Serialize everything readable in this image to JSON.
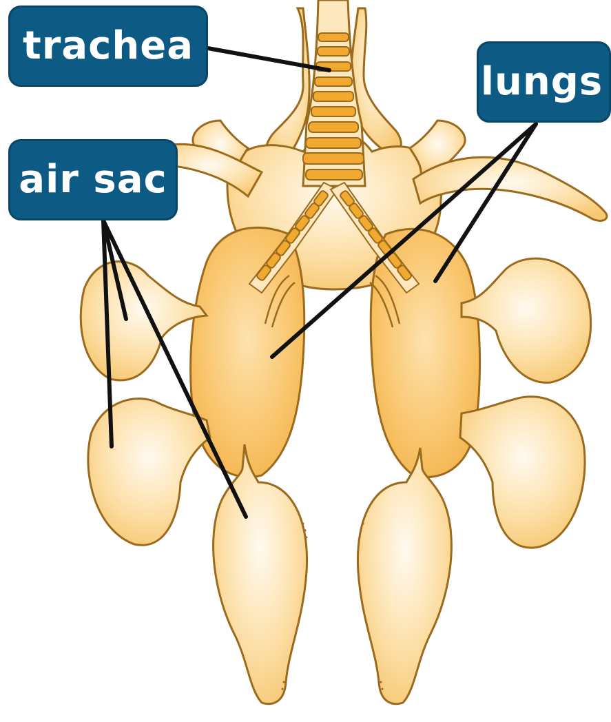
{
  "labels": {
    "trachea": "trachea",
    "lungs": "lungs",
    "air_sac": "air sac"
  },
  "colors": {
    "label_fill": "#0d5a84",
    "label_text": "#ffffff",
    "organ_fill": "#fbd291",
    "organ_light": "#fde7bf",
    "organ_outline": "#9a6a1d",
    "trachea_ring": "#f2a92f",
    "leader_line": "#111111"
  }
}
